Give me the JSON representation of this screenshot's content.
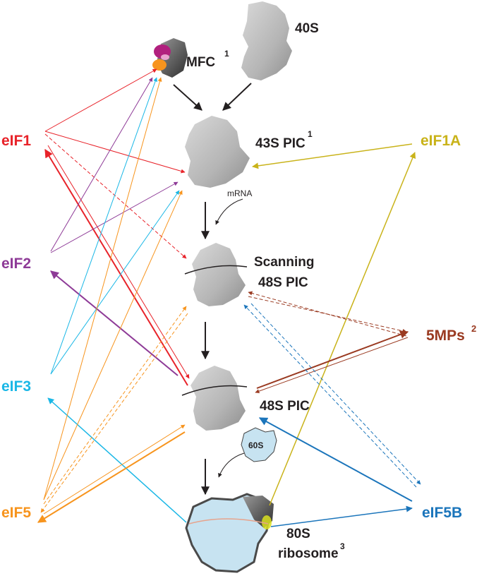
{
  "factors": {
    "eif1": {
      "label": "eIF1",
      "color": "#e8232a"
    },
    "eif2": {
      "label": "eIF2",
      "color": "#8e3b97"
    },
    "eif3": {
      "label": "eIF3",
      "color": "#1ab7e6"
    },
    "eif5": {
      "label": "eIF5",
      "color": "#f7941d"
    },
    "eif1a": {
      "label": "eIF1A",
      "color": "#c9b31a"
    },
    "fivemps": {
      "label": "5MPs",
      "sup": "2",
      "color": "#9a3a21"
    },
    "eif5b": {
      "label": "eIF5B",
      "color": "#1b75bb"
    }
  },
  "states": {
    "s40": {
      "label": "40S"
    },
    "mfc": {
      "label": "MFC",
      "sup": "1"
    },
    "pic43": {
      "label": "43S PIC",
      "sup": "1"
    },
    "scanning": {
      "line1": "Scanning",
      "line2": "48S PIC"
    },
    "pic48": {
      "label": "48S PIC"
    },
    "ribosome80": {
      "line1": "80S",
      "line2": "ribosome",
      "sup": "3"
    },
    "s60": {
      "label": "60S"
    }
  },
  "annotations": {
    "mrna": "mRNA"
  },
  "colors": {
    "subunit_gray": "#b8b8b8",
    "ribosome_blue": "#c7e3f1",
    "arrow_black": "#231f20"
  }
}
